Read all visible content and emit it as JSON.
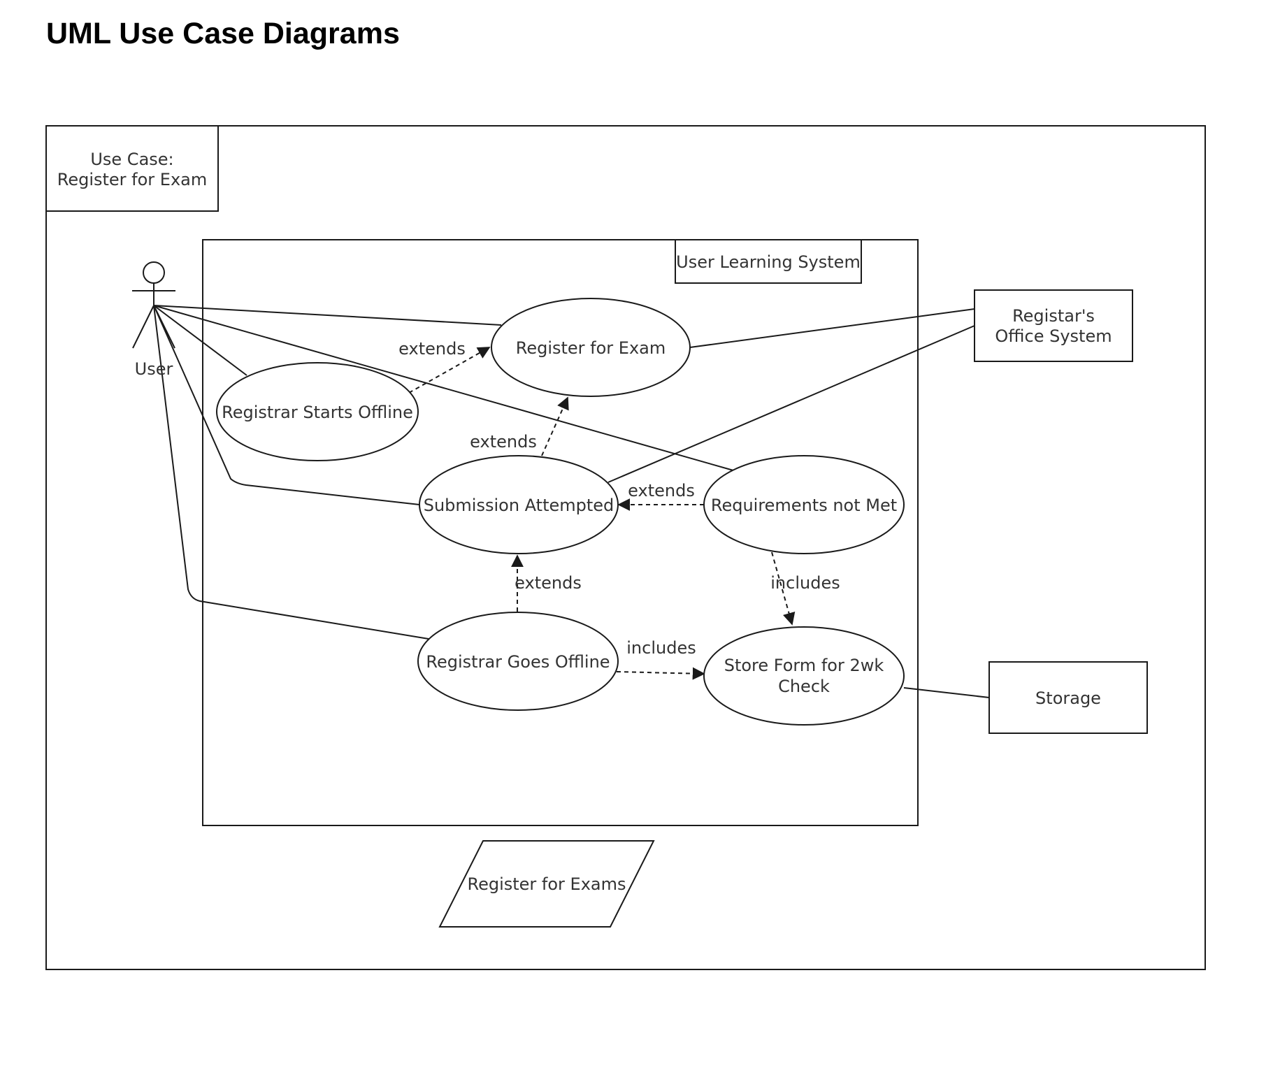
{
  "page": {
    "title": "UML Use Case Diagrams"
  },
  "diagram": {
    "use_case_note": [
      "Use Case:",
      "Register for Exam"
    ],
    "system_boundary_label": "User Learning System",
    "actor": {
      "label": "User",
      "icon": "stick-figure-icon"
    },
    "use_cases": {
      "register_for_exam": "Register for Exam",
      "registrar_starts_offline": "Registrar Starts Offline",
      "submission_attempted": "Submission Attempted",
      "requirements_not_met": "Requirements not Met",
      "registrar_goes_offline": "Registrar Goes Offline",
      "store_form": [
        "Store Form for 2wk",
        "Check"
      ]
    },
    "external_systems": {
      "registrars_office": [
        "Registar's",
        "Office System"
      ],
      "storage": "Storage"
    },
    "relationship_labels": {
      "starts_offline_to_register": "extends",
      "submission_to_register": "extends",
      "requirements_to_submission": "extends",
      "goes_offline_to_submission": "extends",
      "requirements_to_store": "includes",
      "goes_offline_to_store": "includes"
    },
    "footer_shape_label": "Register for Exams"
  }
}
